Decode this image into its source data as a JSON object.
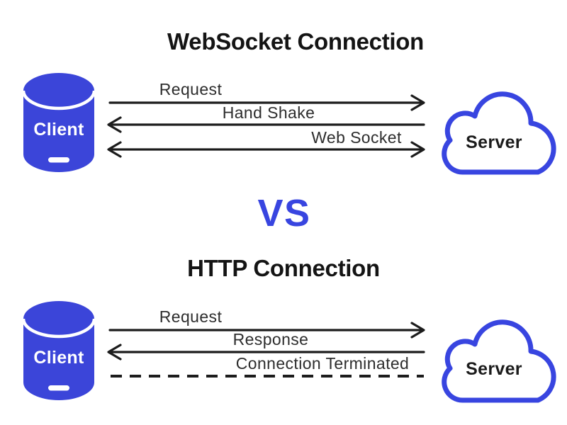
{
  "page": {
    "background": "#ffffff"
  },
  "colors": {
    "brand_blue": "#3B45D9",
    "cloud_stroke_blue": "#3845E0",
    "vs_blue": "#3845E0",
    "arrow_color": "#1c1c1c",
    "title_color": "#141414",
    "arrow_label_color": "#2d2d2d",
    "client_text_color": "#ffffff",
    "server_text_color": "#1b1b1b"
  },
  "vs_label": "VS",
  "websocket_section": {
    "title": "WebSocket Connection",
    "client_label": "Client",
    "server_label": "Server",
    "client_icon": "database-cylinder-icon",
    "server_icon": "cloud-icon",
    "arrows": [
      {
        "label": "Request",
        "direction": "right",
        "style": "solid"
      },
      {
        "label": "Hand Shake",
        "direction": "left",
        "style": "solid"
      },
      {
        "label": "Web Socket",
        "direction": "both",
        "style": "solid"
      }
    ]
  },
  "http_section": {
    "title": "HTTP Connection",
    "client_label": "Client",
    "server_label": "Server",
    "client_icon": "database-cylinder-icon",
    "server_icon": "cloud-icon",
    "arrows": [
      {
        "label": "Request",
        "direction": "right",
        "style": "solid"
      },
      {
        "label": "Response",
        "direction": "left",
        "style": "solid"
      },
      {
        "label": "Connection Terminated",
        "direction": "none",
        "style": "dashed"
      }
    ]
  }
}
